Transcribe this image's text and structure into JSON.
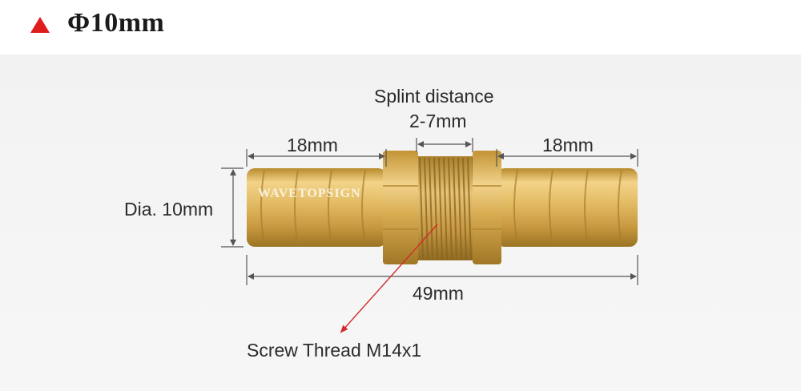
{
  "header": {
    "title": "Φ10mm",
    "icon": "red-triangle-icon",
    "accent": "#e11c1c"
  },
  "annotations": {
    "splint_line1": "Splint distance",
    "splint_line2": "2-7mm",
    "left_length": "18mm",
    "right_length": "18mm",
    "diameter": "Dia. 10mm",
    "total_length": "49mm",
    "thread": "Screw Thread M14x1"
  },
  "watermark": "WAVETOPSIGN",
  "colors": {
    "brass": "#d9b45a",
    "dimension_line": "#555555",
    "pointer": "#d42a2a"
  }
}
